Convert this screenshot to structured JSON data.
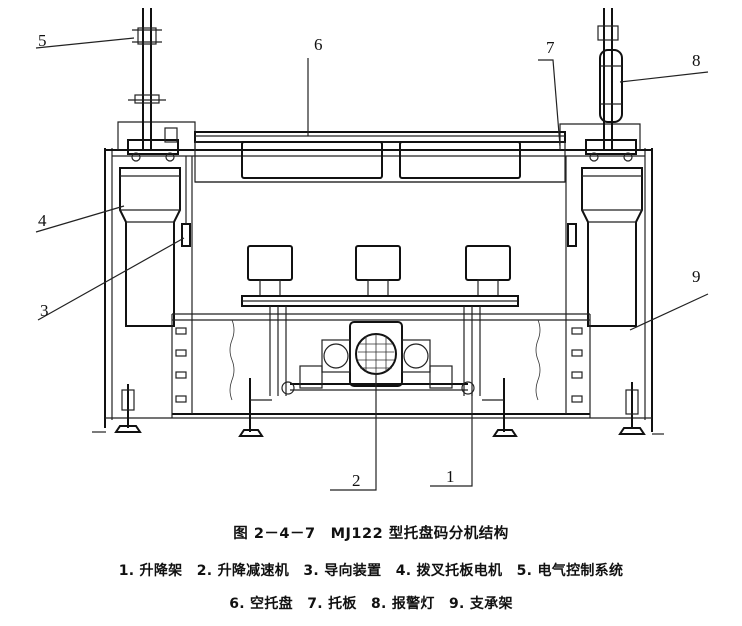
{
  "callouts": [
    "5",
    "6",
    "7",
    "8",
    "4",
    "3",
    "9",
    "2",
    "1"
  ],
  "caption": {
    "title": "图 2－4－7　MJ122 型托盘码分机结构",
    "line1": "1. 升降架　2. 升降减速机　3. 导向装置　4. 拨叉托板电机　5. 电气控制系统",
    "line2": "6. 空托盘　7. 托板　8. 报警灯　9. 支承架"
  }
}
